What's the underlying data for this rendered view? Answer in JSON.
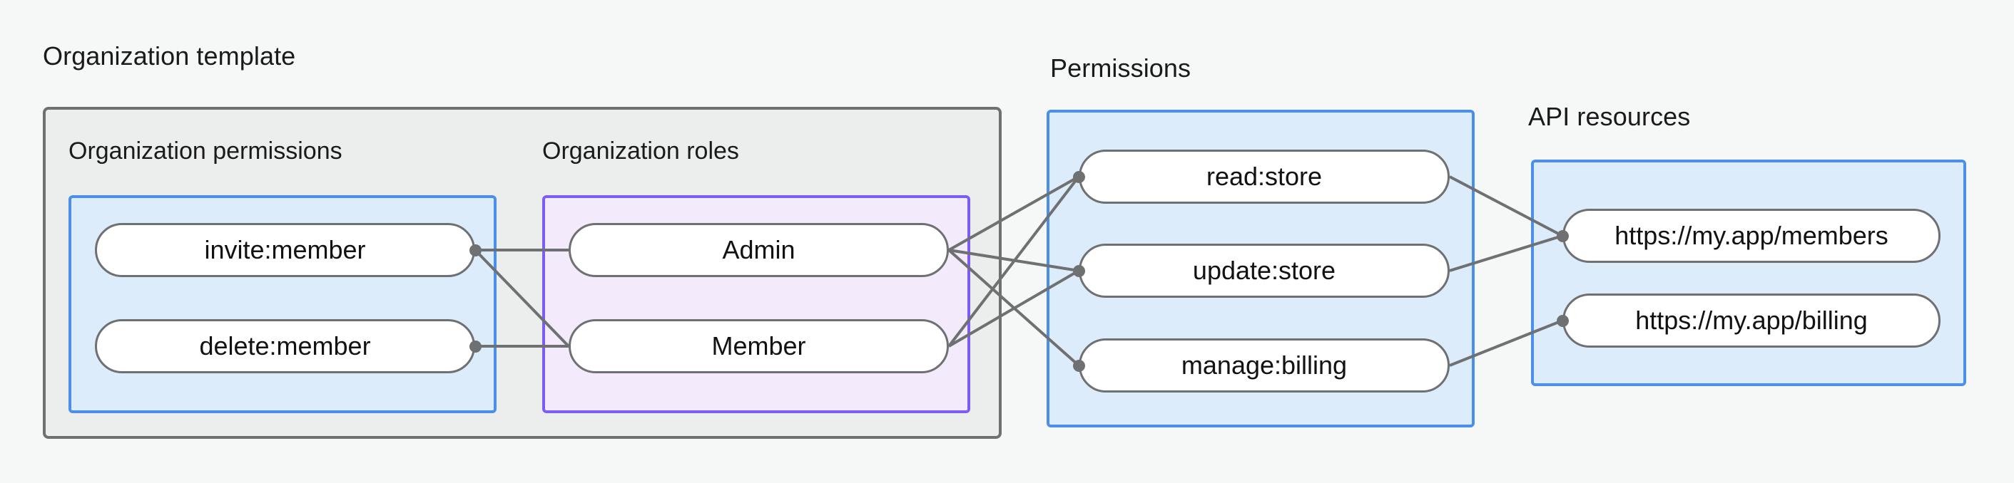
{
  "diagram": {
    "background_color": "#f6f7f7",
    "panels": [
      {
        "id": "organization-template",
        "title": "Organization template",
        "style": "gray",
        "groups": [
          {
            "id": "organization-permissions",
            "title": "Organization permissions",
            "style": "blue",
            "nodes": [
              {
                "id": "invite-member",
                "label": "invite:member"
              },
              {
                "id": "delete-member",
                "label": "delete:member"
              }
            ]
          },
          {
            "id": "organization-roles",
            "title": "Organization roles",
            "style": "purple",
            "nodes": [
              {
                "id": "admin",
                "label": "Admin"
              },
              {
                "id": "member",
                "label": "Member"
              }
            ]
          }
        ]
      },
      {
        "id": "permissions",
        "title": "Permissions",
        "style": "blue",
        "nodes": [
          {
            "id": "read-store",
            "label": "read:store"
          },
          {
            "id": "update-store",
            "label": "update:store"
          },
          {
            "id": "manage-billing",
            "label": "manage:billing"
          }
        ]
      },
      {
        "id": "api-resources",
        "title": "API resources",
        "style": "blue",
        "nodes": [
          {
            "id": "members-url",
            "label": "https://my.app/members"
          },
          {
            "id": "billing-url",
            "label": "https://my.app/billing"
          }
        ]
      }
    ],
    "edges": [
      {
        "from": "invite-member",
        "to": "admin"
      },
      {
        "from": "invite-member",
        "to": "member"
      },
      {
        "from": "delete-member",
        "to": "member"
      },
      {
        "from": "admin",
        "to": "read-store"
      },
      {
        "from": "admin",
        "to": "update-store"
      },
      {
        "from": "admin",
        "to": "manage-billing"
      },
      {
        "from": "member",
        "to": "read-store"
      },
      {
        "from": "member",
        "to": "update-store"
      },
      {
        "from": "read-store",
        "to": "members-url"
      },
      {
        "from": "update-store",
        "to": "members-url"
      },
      {
        "from": "manage-billing",
        "to": "billing-url"
      }
    ],
    "colors": {
      "gray_border": "#6e7072",
      "gray_fill": "#eceeed",
      "blue_border": "#4a90ea",
      "blue_fill": "#ddecfb",
      "purple_border": "#7d5cf6",
      "purple_fill": "#f3ebfc",
      "node_fill": "#ffffff",
      "node_border": "#6e7072",
      "edge": "#6e7072",
      "text": "#121212"
    }
  }
}
